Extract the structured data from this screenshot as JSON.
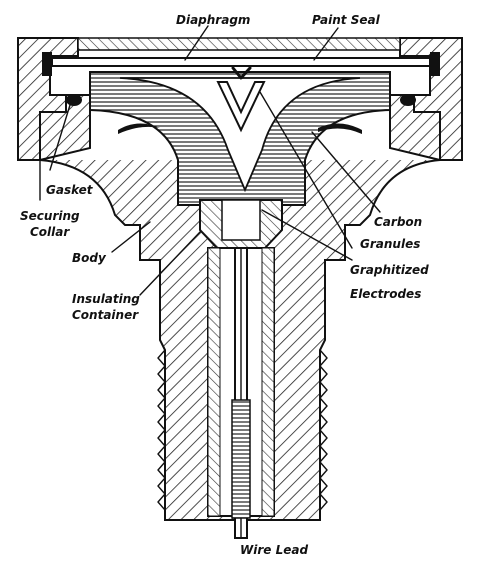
{
  "labels": {
    "diaphragm": "Diaphragm",
    "paint_seal": "Paint Seal",
    "gasket": "Gasket",
    "securing_collar_1": "Securing",
    "securing_collar_2": "Collar",
    "body": "Body",
    "insulating_1": "Insulating",
    "insulating_2": "Container",
    "carbon_1": "Carbon",
    "carbon_2": "Granules",
    "graphitized_1": "Graphitized",
    "graphitized_2": "Electrodes",
    "wire_lead": "Wire Lead"
  }
}
